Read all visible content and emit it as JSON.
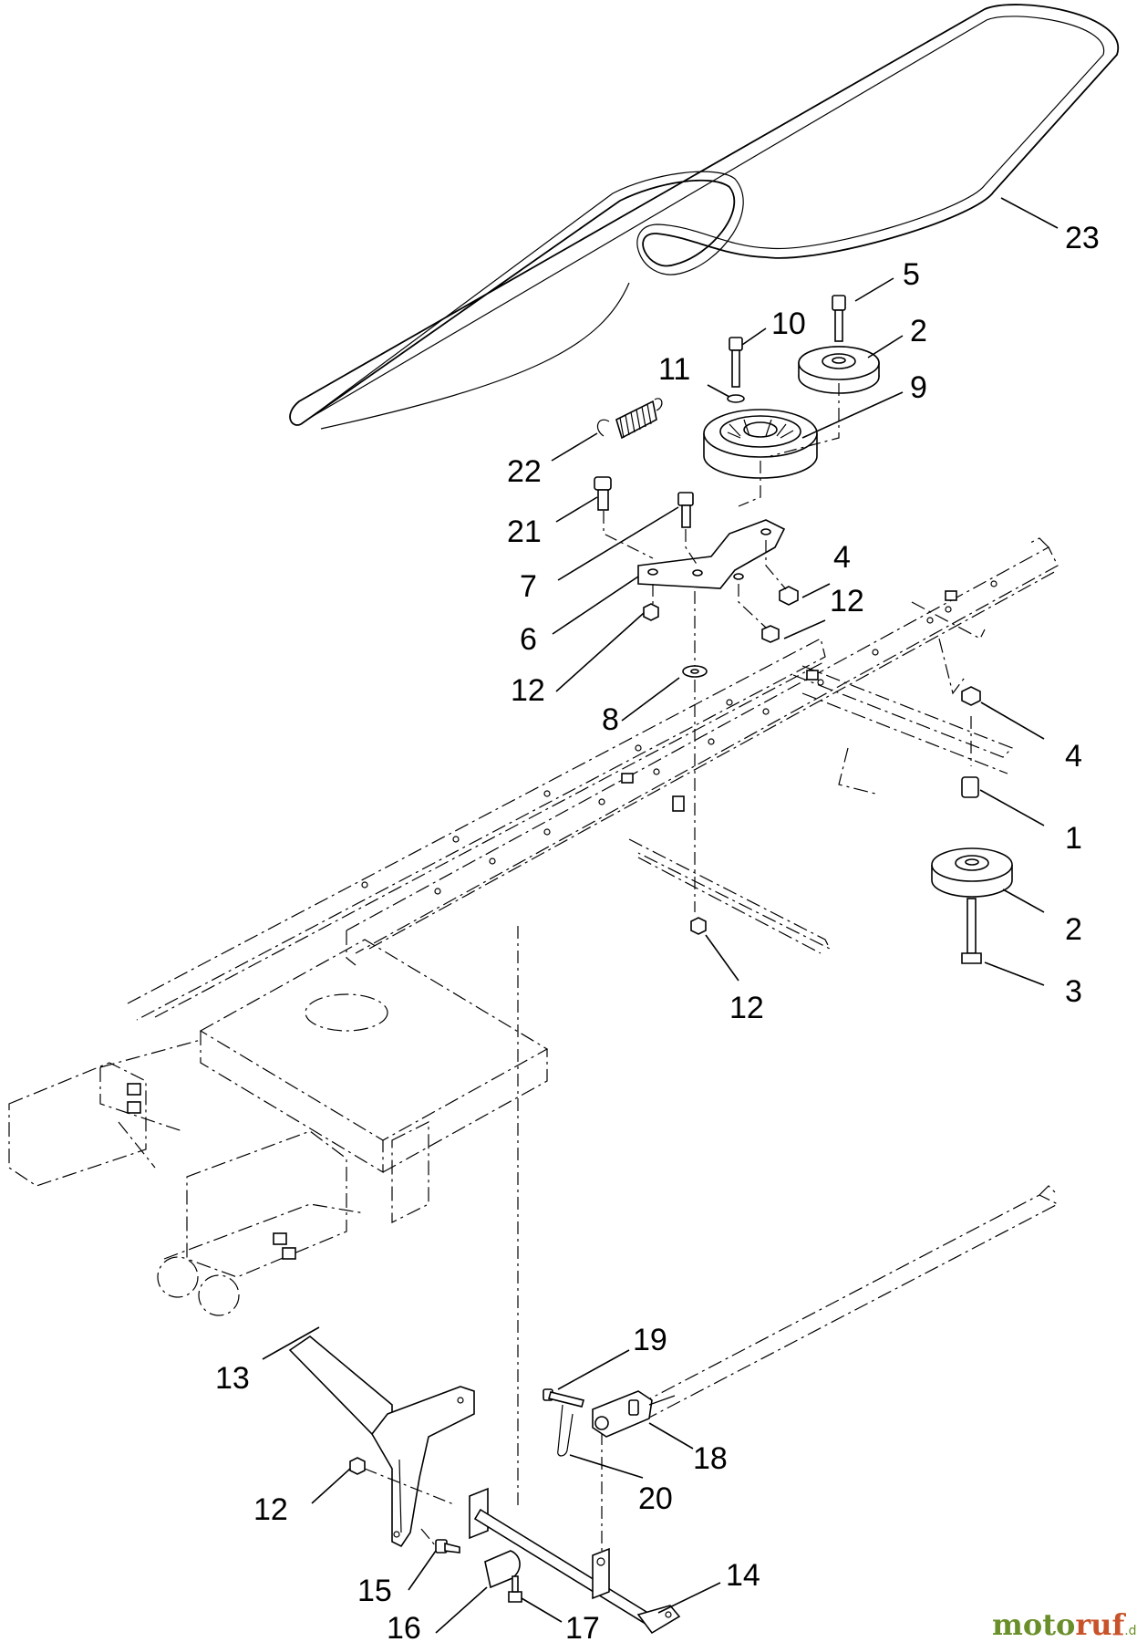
{
  "callouts": [
    "23",
    "5",
    "10",
    "2",
    "11",
    "9",
    "22",
    "21",
    "7",
    "4",
    "6",
    "12",
    "12",
    "8",
    "4",
    "1",
    "2",
    "3",
    "12",
    "19",
    "13",
    "18",
    "12",
    "20",
    "14",
    "15",
    "16",
    "17"
  ],
  "watermark": {
    "part1": "moto",
    "part2": "ruf",
    "part3": ".de"
  }
}
